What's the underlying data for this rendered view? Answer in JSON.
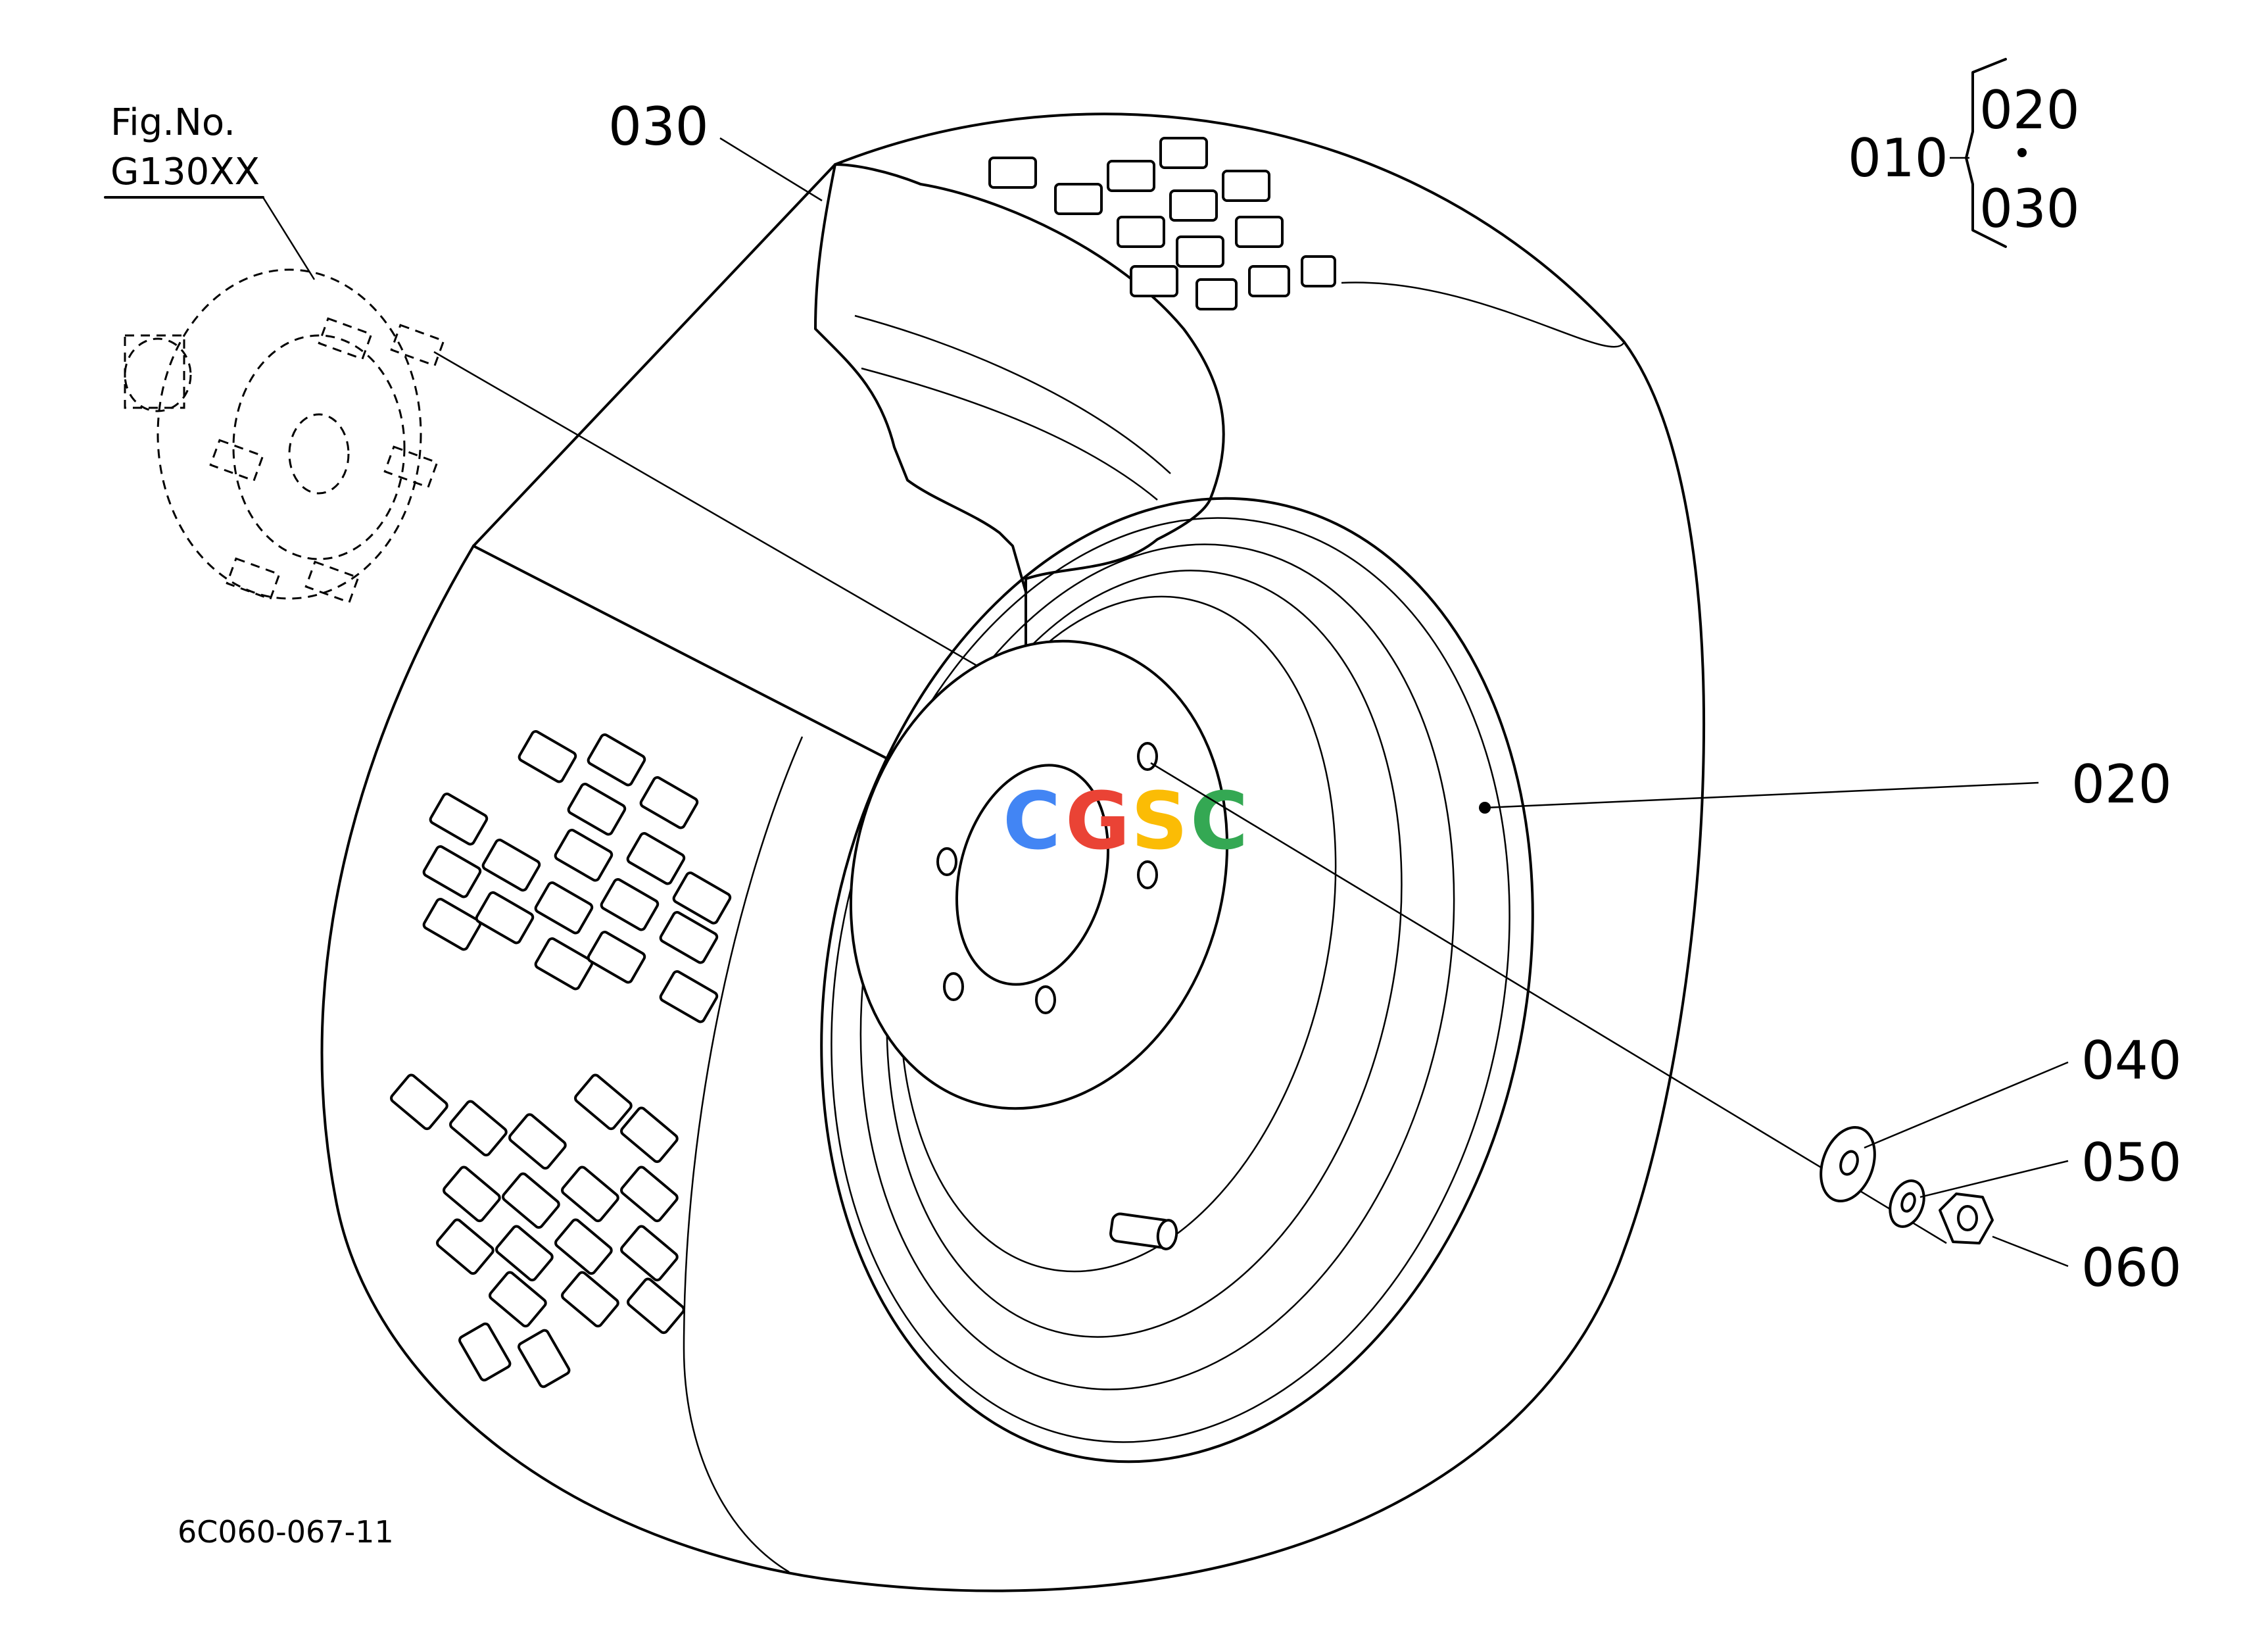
{
  "figure": {
    "fig_no_label": "Fig.No.",
    "fig_no_value": "G130XX",
    "drawing_code": "6C060-067-11"
  },
  "assembly_key": {
    "assembly": "010",
    "parts": [
      "020",
      "030"
    ]
  },
  "callouts": {
    "tire": "030",
    "rim": "020",
    "washer": "040",
    "lock_washer": "050",
    "nut": "060"
  },
  "watermark": {
    "letters": [
      "C",
      "G",
      "S",
      "C"
    ],
    "colors": [
      "#4285F4",
      "#EA4335",
      "#FBBC05",
      "#34A853"
    ]
  }
}
